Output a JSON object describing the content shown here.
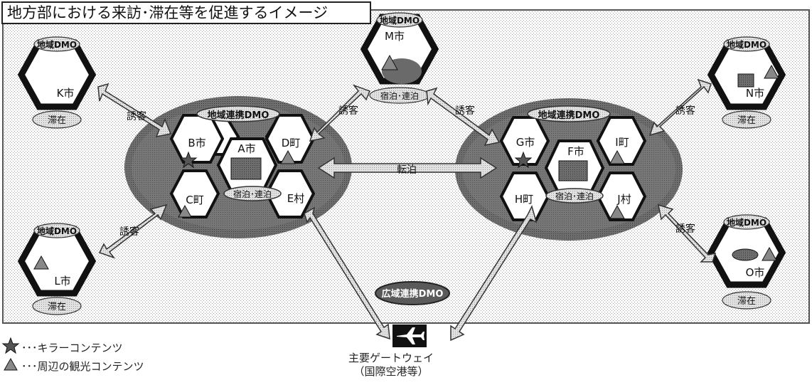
{
  "title": "地方部における来訪･滞在等を促進するイメージ",
  "label_dmo": "地域DMO",
  "label_renkei": "地域連携DMO",
  "label_koiki": "広域連携DMO",
  "label_shukuhaku": "宿泊･連泊",
  "label_taizai": "滞在",
  "label_yukyaku": "誘客",
  "label_tenpaku": "転泊",
  "cities": {
    "A": "A市",
    "B": "B市",
    "C": "C町",
    "D": "D町",
    "E": "E村",
    "F": "F市",
    "G": "G市",
    "H": "H町",
    "I": "I町",
    "J": "J村",
    "K": "K市",
    "L": "L市",
    "M": "M市",
    "N": "N市",
    "O": "O市"
  },
  "gateway": {
    "line1": "主要ゲートウェイ",
    "line2": "（国際空港等）"
  },
  "legend": {
    "killer": "･･･キラーコンテンツ",
    "surround": "･･･周辺の観光コンテンツ"
  },
  "colors": {
    "accent_gray": "#7a7a7a",
    "light_gray": "#d9d9d9",
    "dark_gray": "#4a4a4a"
  },
  "icons": {
    "airplane": "airplane-icon",
    "star": "star-icon",
    "triangle": "triangle-icon"
  }
}
